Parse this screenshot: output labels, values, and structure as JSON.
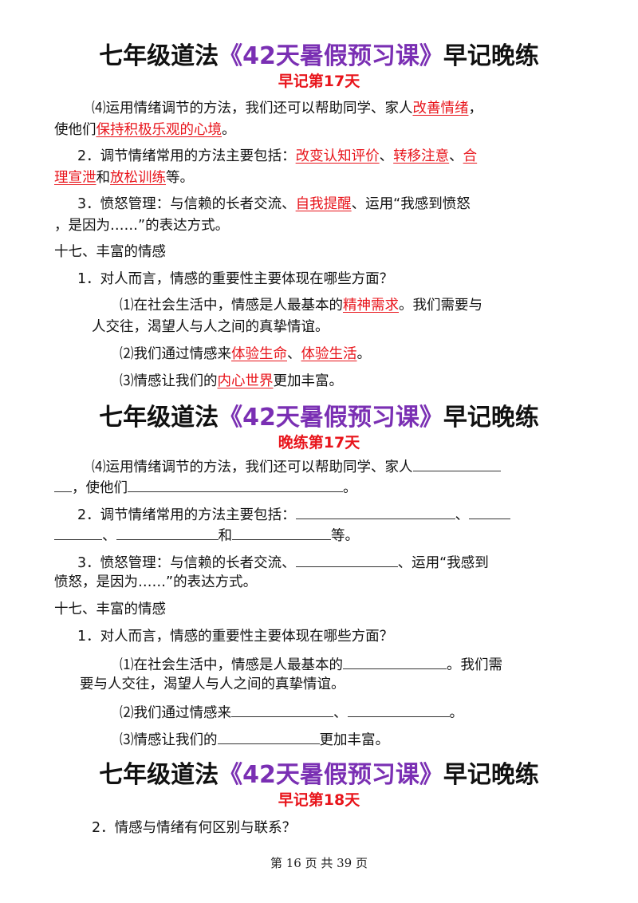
{
  "title_main": "七年级道法",
  "title_accent": "《42天暑假预习课》",
  "title_tail": "早记晚练",
  "s1": {
    "sub": "早记第17天",
    "p1a": "⑷运用情绪调节的方法，我们还可以帮助同学、家人",
    "p1a_ans": "改善情绪",
    "p1a_end": "，",
    "p1b": "使他们",
    "p1b_ans": "保持积极乐观的心境",
    "p1b_end": "。",
    "p2a": "2．调节情绪常用的方法主要包括：",
    "p2a_ans1": "改变认知评价",
    "sep": "、",
    "p2a_ans2": "转移注意",
    "p2a_ans3a": "合",
    "p2b_ans3b": "理宣泄",
    "p2b_and": "和",
    "p2b_ans4": "放松训练",
    "p2b_end": "等。",
    "p3a": "3．愤怒管理：与信赖的长者交流、",
    "p3a_ans": "自我提醒",
    "p3a_end": "、运用“我感到愤怒",
    "p3b": "，是因为……”的表达方式。",
    "h17": "十七、丰富的情感",
    "q1": "1．对人而言，情感的重要性主要体现在哪些方面？",
    "a1a": "⑴在社会生活中，情感是人最基本的",
    "a1a_ans": "精神需求",
    "a1a_end": "。我们需要与",
    "a1b": "人交往，渴望人与人之间的真挚情谊。",
    "a2": "⑵我们通过情感来",
    "a2_ans1": "体验生命",
    "a2_ans2": "体验生活",
    "a2_end": "。",
    "a3": "⑶情感让我们的",
    "a3_ans": "内心世界",
    "a3_end": "更加丰富。"
  },
  "s2": {
    "sub": "晚练第17天",
    "p1a": "⑷运用情绪调节的方法，我们还可以帮助同学、家人",
    "p1b_pre": "，使他们",
    "p1b_end": "。",
    "p2a": "2．调节情绪常用的方法主要包括：",
    "sep": "、",
    "p2b_and": "和",
    "p2b_end": "等。",
    "p3a": "3．愤怒管理：与信赖的长者交流、",
    "p3a_end": "、运用“我感到",
    "p3b": "愤怒，是因为……”的表达方式。",
    "h17": "十七、丰富的情感",
    "q1": "1．对人而言，情感的重要性主要体现在哪些方面？",
    "a1a": "⑴在社会生活中，情感是人最基本的",
    "a1a_end": "。我们需",
    "a1b": "要与人交往，渴望人与人之间的真挚情谊。",
    "a2": "⑵我们通过情感来",
    "a2_end": "。",
    "a3": "⑶情感让我们的",
    "a3_end": "更加丰富。"
  },
  "s3": {
    "sub": "早记第18天",
    "q2": "2．情感与情绪有何区别与联系？"
  },
  "footer": "第 16 页 共 39 页"
}
